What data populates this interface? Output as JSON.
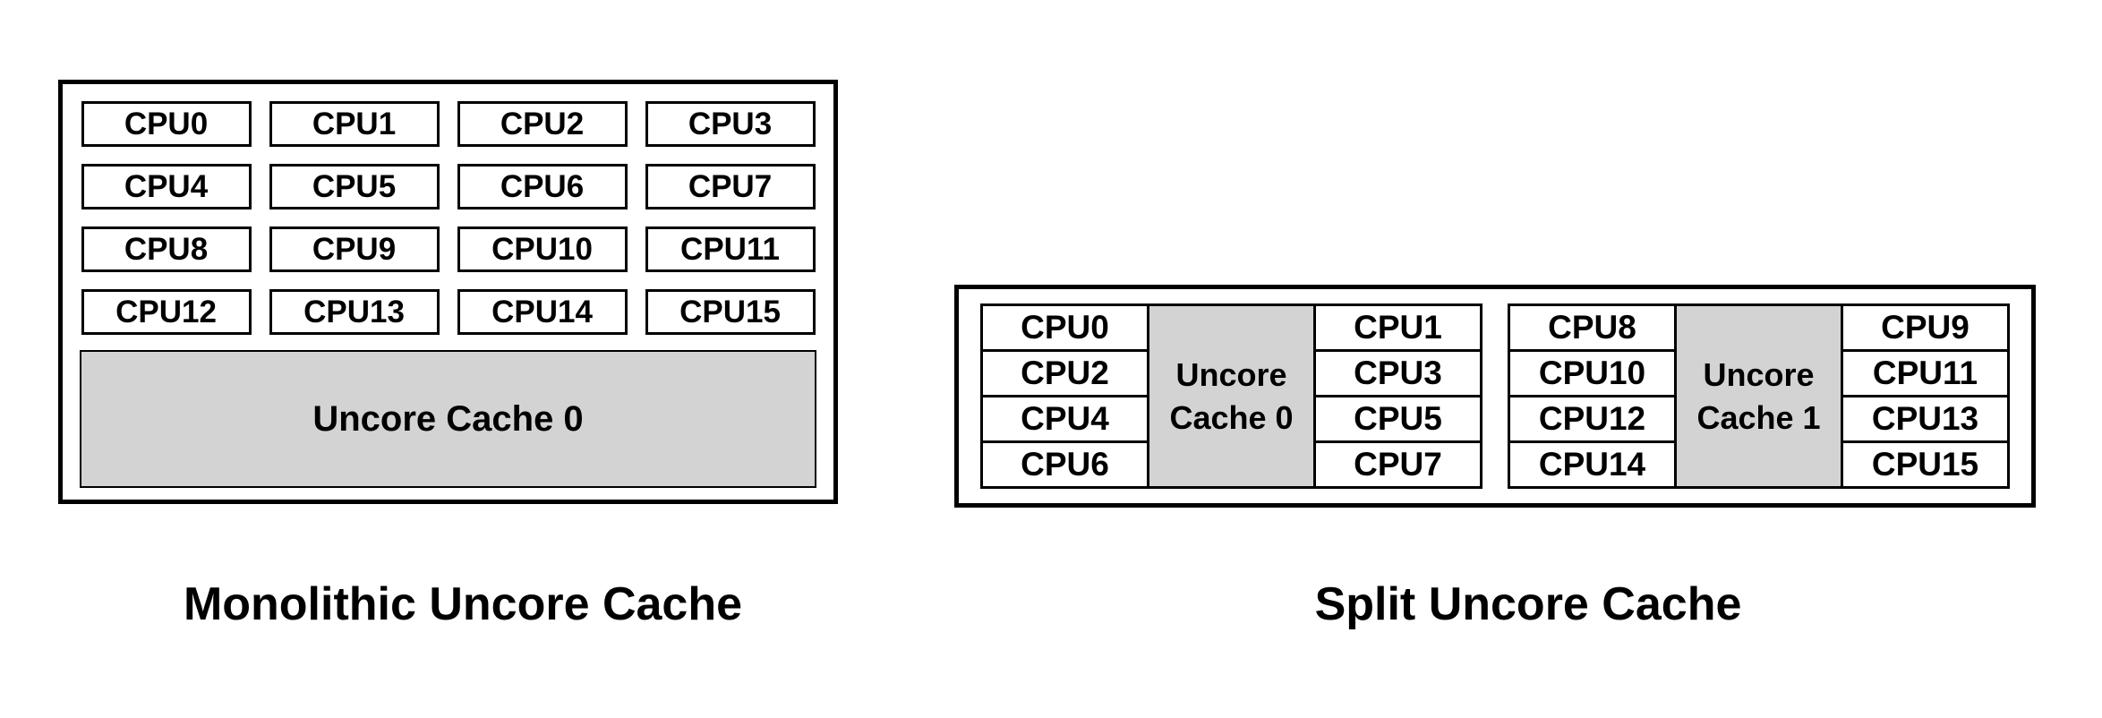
{
  "colors": {
    "background": "#ffffff",
    "border": "#000000",
    "text": "#000000",
    "uncore_fill": "#d3d3d3"
  },
  "monolithic": {
    "caption": "Monolithic Uncore Cache",
    "cpus": [
      "CPU0",
      "CPU1",
      "CPU2",
      "CPU3",
      "CPU4",
      "CPU5",
      "CPU6",
      "CPU7",
      "CPU8",
      "CPU9",
      "CPU10",
      "CPU11",
      "CPU12",
      "CPU13",
      "CPU14",
      "CPU15"
    ],
    "uncore_label": "Uncore Cache 0"
  },
  "split": {
    "caption": "Split Uncore Cache",
    "groups": [
      {
        "left_cpus": [
          "CPU0",
          "CPU2",
          "CPU4",
          "CPU6"
        ],
        "uncore_label": "Uncore Cache 0",
        "right_cpus": [
          "CPU1",
          "CPU3",
          "CPU5",
          "CPU7"
        ]
      },
      {
        "left_cpus": [
          "CPU8",
          "CPU10",
          "CPU12",
          "CPU14"
        ],
        "uncore_label": "Uncore Cache 1",
        "right_cpus": [
          "CPU9",
          "CPU11",
          "CPU13",
          "CPU15"
        ]
      }
    ]
  }
}
